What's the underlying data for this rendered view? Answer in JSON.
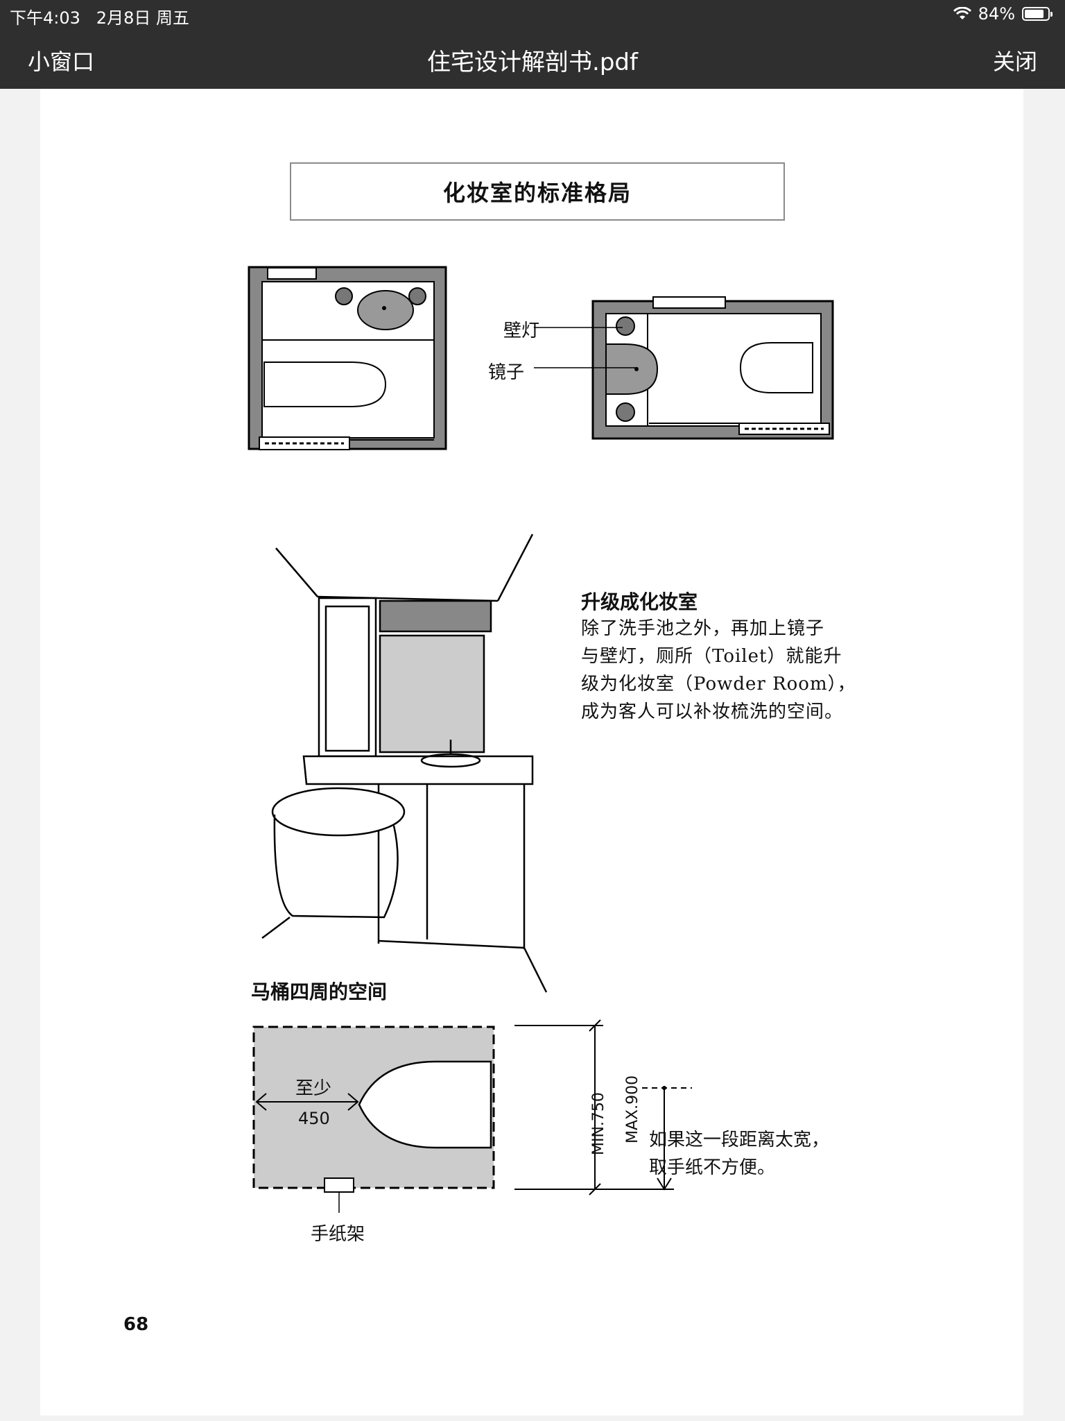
{
  "status_bar": {
    "time": "下午4:03",
    "date": "2月8日 周五",
    "battery": "84%",
    "battery_level": 0.84,
    "icons": [
      "wifi-icon",
      "battery-icon"
    ]
  },
  "nav": {
    "left_button": "小窗口",
    "title": "住宅设计解剖书.pdf",
    "right_button": "关闭"
  },
  "page": {
    "heading": "化妆室的标准格局",
    "plan_labels": {
      "wall_lamp": "壁灯",
      "mirror": "镜子"
    },
    "upgrade": {
      "title": "升级成化妆室",
      "lines": [
        "除了洗手池之外，再加上镜子",
        "与壁灯，厕所（Toilet）就能升",
        "级为化妆室（Powder Room），",
        "成为客人可以补妆梳洗的空间。"
      ]
    },
    "toilet_space": {
      "title": "马桶四周的空间",
      "min_label": "至少",
      "min_value": "450",
      "min_750": "MIN.750",
      "max_900": "MAX.900",
      "note_lines": [
        "如果这一段距离太宽，",
        "取手纸不方便。"
      ],
      "paper_holder": "手纸架"
    },
    "page_number": "68"
  }
}
